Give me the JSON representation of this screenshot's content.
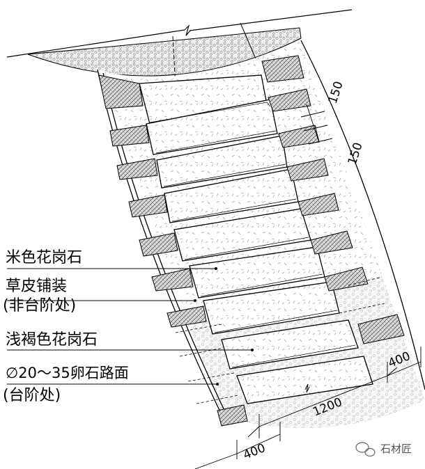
{
  "labels": {
    "l1": "米色花岗石",
    "l2a": "草皮铺装",
    "l2b": "(非台阶处)",
    "l3": "浅褐色花岗石",
    "l4a": "∅20～35卵石路面",
    "l4b": "(台阶处)"
  },
  "dimensions": {
    "d150a": "150",
    "d150b": "150",
    "d400right": "400",
    "d1200": "1200",
    "d400bottom": "400"
  },
  "watermark": {
    "text": "石材匠"
  },
  "colors": {
    "line": "#000000",
    "hatch": "#666666",
    "gravel": "#9a9a9a"
  }
}
